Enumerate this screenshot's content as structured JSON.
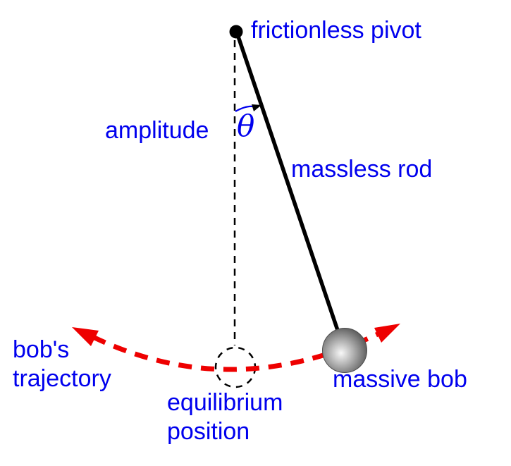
{
  "diagram": {
    "type": "simple-pendulum-schematic",
    "labels": {
      "pivot": "frictionless pivot",
      "amplitude": "amplitude",
      "theta": "θ",
      "rod": "massless rod",
      "bob": "massive bob",
      "trajectory": [
        "bob's",
        "trajectory"
      ],
      "equilibrium": [
        "equilibrium",
        "position"
      ]
    },
    "colors": {
      "label": "#0000ee",
      "trajectory": "#ee0000",
      "structure": "#000000",
      "background": "#ffffff",
      "bob_highlight": "#f8f8f8",
      "bob_mid": "#b0b0b0",
      "bob_edge": "#565656"
    }
  }
}
